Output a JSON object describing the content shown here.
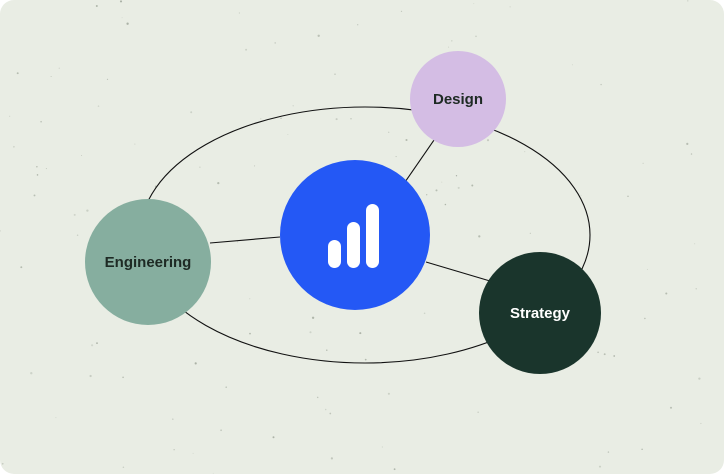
{
  "nodes": {
    "design": {
      "label": "Design",
      "fill": "#d4bde4",
      "text_color": "#1e2a24"
    },
    "engineering": {
      "label": "Engineering",
      "fill": "#86ae9f",
      "text_color": "#1e2a24"
    },
    "strategy": {
      "label": "Strategy",
      "fill": "#1a352c",
      "text_color": "#ffffff"
    },
    "hub": {
      "fill": "#2458f5",
      "icon": "bar-chart-icon"
    }
  },
  "colors": {
    "background": "#e9ede4",
    "line": "#111111"
  }
}
